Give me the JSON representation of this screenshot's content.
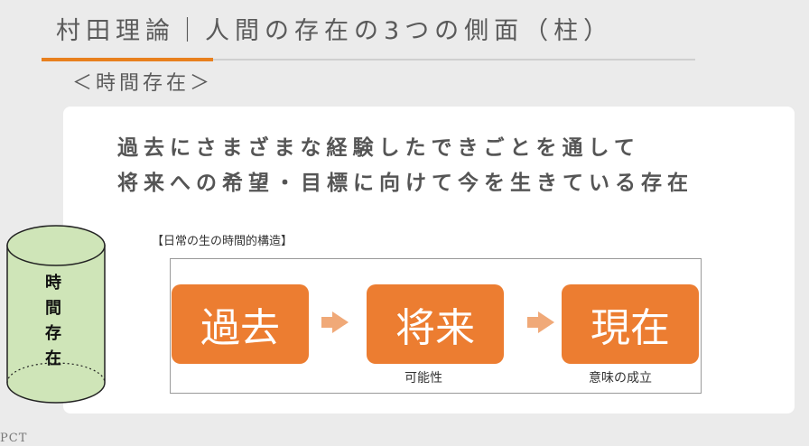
{
  "header": {
    "title": "村田理論｜人間の存在の3つの側面（柱）",
    "subtitle": "＜時間存在＞"
  },
  "description": {
    "line1": "過去にさまざまな経験したできごとを通して",
    "line2": "将来への希望・目標に向けて今を生きている存在"
  },
  "cylinder": {
    "chars": [
      "時",
      "間",
      "存",
      "在"
    ]
  },
  "structure": {
    "label": "【日常の生の時間的構造】",
    "boxes": [
      {
        "label": "過去",
        "caption": ""
      },
      {
        "label": "将来",
        "caption": "可能性"
      },
      {
        "label": "現在",
        "caption": "意味の成立"
      }
    ]
  },
  "colors": {
    "accent": "#ec7d31",
    "arrow": "#f0a978",
    "cylinder_fill": "#cfe5b8"
  },
  "logo": {
    "text": "PCT"
  }
}
